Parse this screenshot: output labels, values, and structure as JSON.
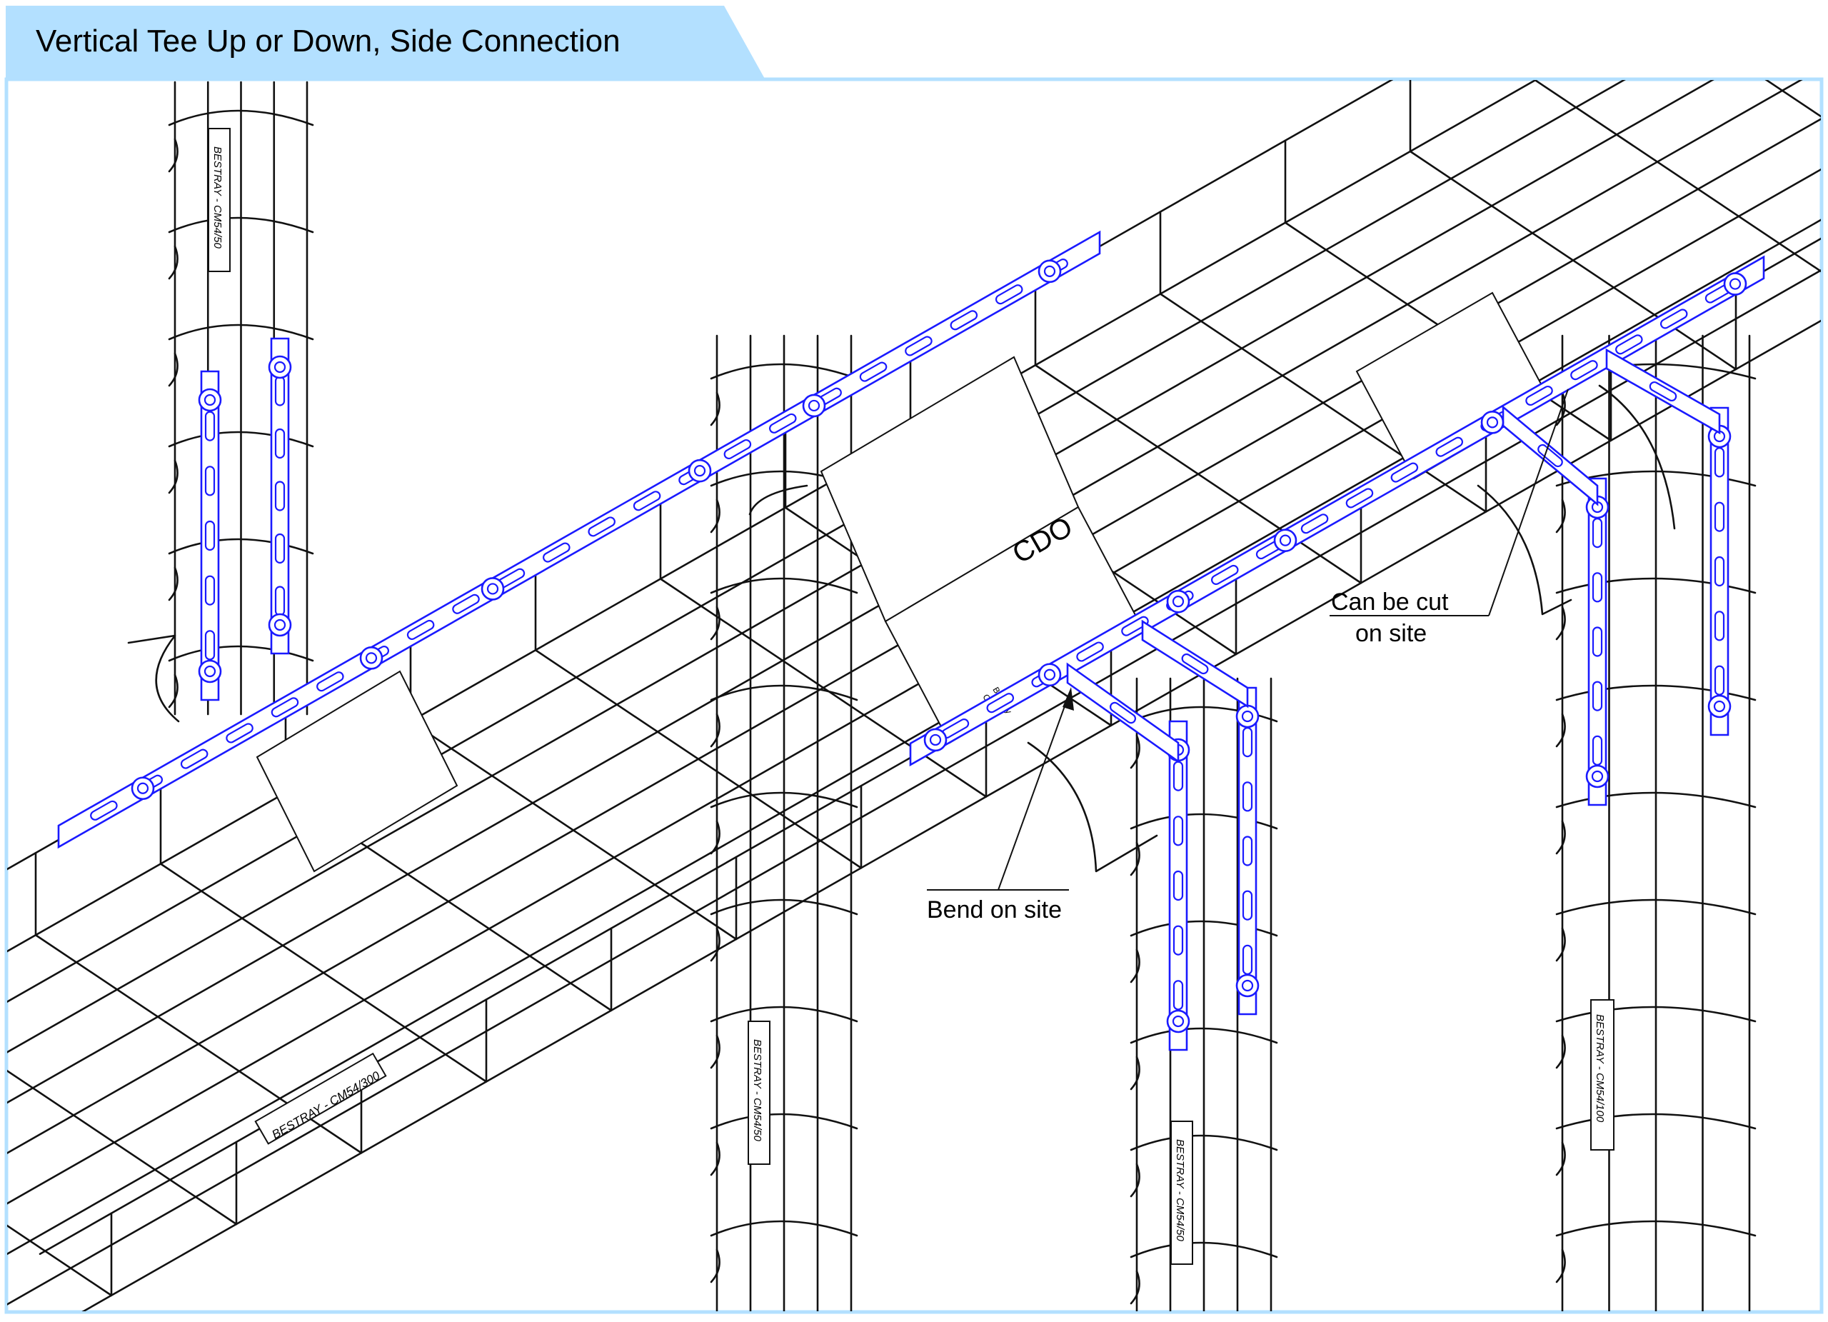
{
  "header": {
    "title": "Vertical Tee Up or Down, Side Connection"
  },
  "annotations": {
    "cut_line1": "Can be cut",
    "cut_line2": "on site",
    "bend": "Bend on site"
  },
  "plates": {
    "cdo_label": "CDO",
    "plate_mark_line1": "Bestray",
    "plate_mark_line2": "CDO"
  },
  "tray_labels": {
    "main": "BESTRAY - CM54/300",
    "vertical_top_left": "BESTRAY - CM54/50",
    "vertical_middle": "BESTRAY - CM54/50",
    "vertical_right_center": "BESTRAY - CM54/50",
    "vertical_right": "BESTRAY - CM54/100"
  },
  "colors": {
    "header_band": "#b3e0ff",
    "bracket": "#1a1aff",
    "wire": "#111111"
  }
}
